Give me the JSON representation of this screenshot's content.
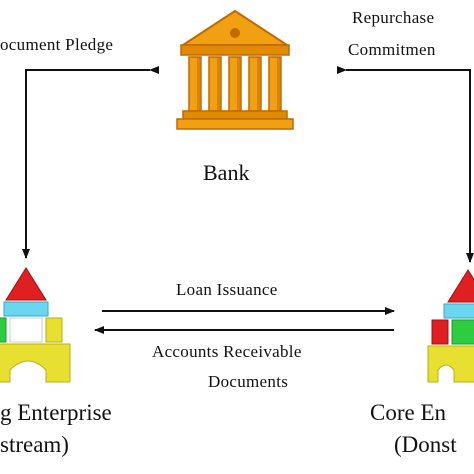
{
  "labels": {
    "document_pledge": "ocument Pledge",
    "repurchase_line1": "Repurchase",
    "repurchase_line2": "Commitmen",
    "bank": "Bank",
    "loan_issuance": "Loan Issuance",
    "accounts_line1": "Accounts Receivable",
    "accounts_line2": "Documents",
    "left_enterprise_line1": "g Enterprise",
    "left_enterprise_line2": "stream)",
    "right_enterprise_line1": "Core En",
    "right_enterprise_line2": "(Donst"
  },
  "icons": {
    "bank": "bank-building-icon",
    "left_enterprise": "enterprise-blocks-icon",
    "right_enterprise": "enterprise-blocks-icon"
  },
  "colors": {
    "bank_orange": "#f0a010",
    "bank_dark": "#c06a00",
    "block_red": "#e02020",
    "block_green": "#2ecc40",
    "block_cyan": "#6ad6f0",
    "block_yellow": "#e8e030"
  }
}
